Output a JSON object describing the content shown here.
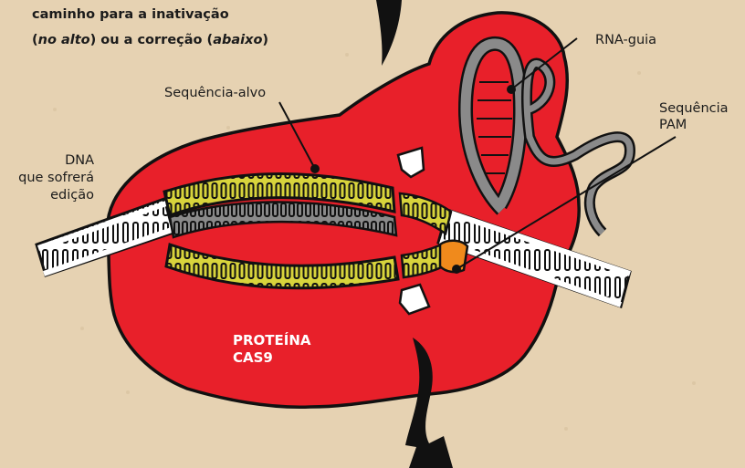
{
  "caption": {
    "line1": "caminho para a inativação",
    "line2_open": "(",
    "line2_italic_a": "no alto",
    "line2_mid": ") ou a correção (",
    "line2_italic_b": "abaixo",
    "line2_close": ")"
  },
  "labels": {
    "guide_rna": "RNA-guia",
    "target_sequence": "Sequência-alvo",
    "pam_line1": "Sequência",
    "pam_line2": "PAM",
    "dna_line1": "DNA",
    "dna_line2": "que sofrerá",
    "dna_line3": "edição",
    "cas9_line1": "PROTEÍNA",
    "cas9_line2": "CAS9"
  },
  "colors": {
    "background": "#e6d2b2",
    "protein": "#e8202a",
    "outline": "#111111",
    "target_strand": "#d8d43c",
    "guide_rna": "#8a8a8a",
    "dna": "#ffffff",
    "pam": "#f08a1c",
    "label_text": "#1b1b1b",
    "protein_label": "#ffffff"
  }
}
